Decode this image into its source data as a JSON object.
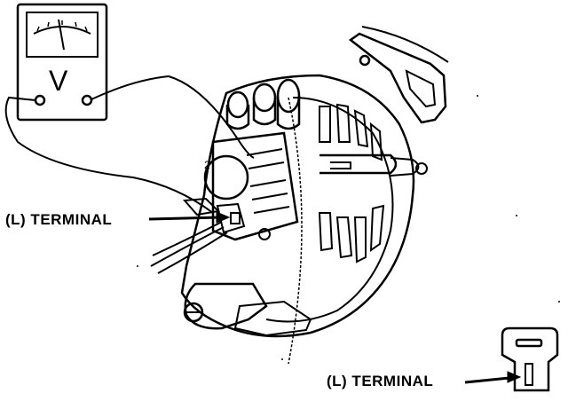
{
  "meter": {
    "unit_symbol": "V"
  },
  "labels": {
    "l_terminal_main": "(L) TERMINAL",
    "l_terminal_inset": "(L) TERMINAL"
  }
}
